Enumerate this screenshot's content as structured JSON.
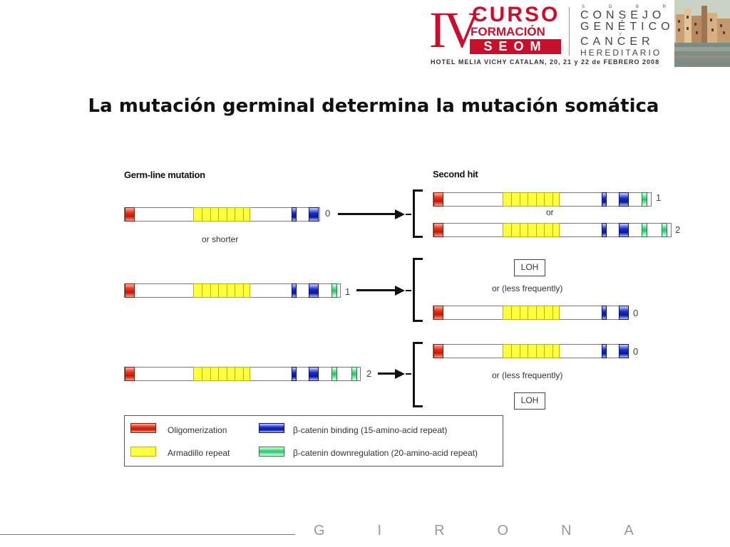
{
  "header": {
    "logo_iv": "IV",
    "logo_curso": "CURSO",
    "logo_formacion": "FORMACIÓN",
    "logo_seom": "SEOM",
    "logo_sobre": "S O B R E",
    "logo_consejo": "CONSEJO",
    "logo_genetico": "GENÉTICO",
    "logo_y": "Y",
    "logo_cancer": "CANCER",
    "logo_hereditario": "HEREDITARIO",
    "hotel_line": "HOTEL MELIA VICHY CATALAN, 20, 21 y 22 de FEBRERO 2008"
  },
  "title": "La mutación germinal determina la mutación somática",
  "diagram": {
    "germline_heading": "Germ-line mutation",
    "second_hit_heading": "Second hit",
    "or_shorter": "or shorter",
    "or": "or",
    "or_less_frequently": "or (less frequently)",
    "loh": "LOH",
    "numbers": {
      "n0": "0",
      "n1": "1",
      "n2": "2"
    }
  },
  "legend": {
    "oligomerization": "Oligomerization",
    "armadillo": "Armadillo repeat",
    "beta_binding": "β-catenin binding (15-amino-acid repeat)",
    "beta_downregulation": "β-catenin downregulation (20-amino-acid repeat)"
  },
  "colors": {
    "oligomerization": "#e23a1a",
    "armadillo": "#ffff40",
    "beta_binding": "#1a2ecc",
    "beta_downregulation": "#1ec864",
    "brand_red": "#c8102e"
  },
  "footer": {
    "girona": "GIRONA"
  }
}
